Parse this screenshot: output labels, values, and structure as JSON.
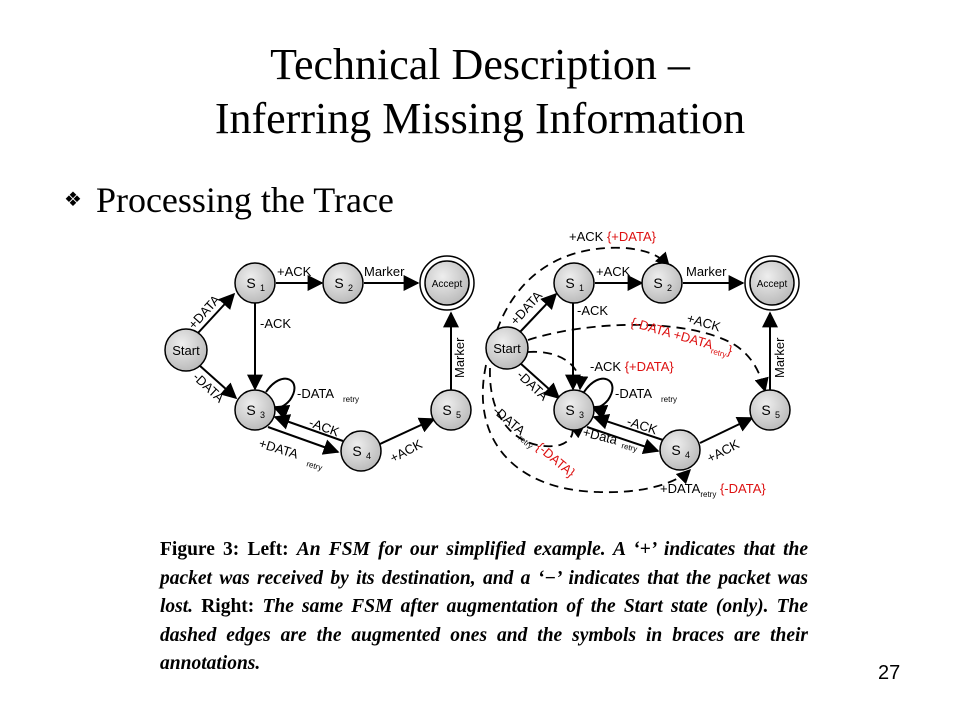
{
  "slide": {
    "title_line1": "Technical Description –",
    "title_line2": "Inferring Missing Information",
    "bullet_icon": "four-diamond-bullet",
    "bullet_text": "Processing the Trace",
    "page_number": "27"
  },
  "left_fsm": {
    "states": {
      "start": "Start",
      "s1": "S",
      "s2": "S",
      "s3": "S",
      "s4": "S",
      "s5": "S",
      "accept": "Accept",
      "sub1": "1",
      "sub2": "2",
      "sub3": "3",
      "sub4": "4",
      "sub5": "5"
    },
    "edges": {
      "start_s1": "+DATA",
      "start_s3": "-DATA",
      "s1_s2": "+ACK",
      "s2_accept": "Marker",
      "s1_s3": "-ACK",
      "s3_self": "-DATA",
      "s3_self_sub": "retry",
      "s4_s3": "-ACK",
      "s3_s4": "+DATA",
      "s3_s4_sub": "retry",
      "s4_s5": "+ACK",
      "s5_accept": "Marker"
    }
  },
  "right_fsm": {
    "states": {
      "start": "Start",
      "s1": "S",
      "s2": "S",
      "s3": "S",
      "s4": "S",
      "s5": "S",
      "accept": "Accept",
      "sub1": "1",
      "sub2": "2",
      "sub3": "3",
      "sub4": "4",
      "sub5": "5"
    },
    "edges": {
      "start_s1": "+DATA",
      "start_s3": "-DATA",
      "s1_s2": "+ACK",
      "s2_accept": "Marker",
      "s1_s3": "-ACK",
      "s3_self": "-DATA",
      "s3_self_sub": "retry",
      "s4_s3": "-ACK",
      "s3_s4": "+Data",
      "s3_s4_sub": "retry",
      "s4_s5": "+ACK",
      "s5_accept": "Marker",
      "aug_start_s2": "+ACK",
      "aug_start_s2_note": "{+DATA}",
      "aug_start_s5_plus": "+ACK",
      "aug_start_s5_note_a": "{-DATA +DATA",
      "aug_start_s5_note_sub": "retry",
      "aug_start_s5_note_b": "}",
      "aug_start_s3_ack": "-ACK",
      "aug_start_s3_note": "{+DATA}",
      "aug_start_s3_loop": "-DATA",
      "aug_start_s3_loop_sub": "retry",
      "aug_start_s3_loop_note": "{-DATA}",
      "aug_start_s4": "+DATA",
      "aug_start_s4_sub": "retry",
      "aug_start_s4_note": "{-DATA}"
    }
  },
  "caption": {
    "fig_label": "Figure 3:",
    "left_label": "Left:",
    "left_text": "An FSM for our simplified example. A ‘+’ indicates that the packet was received by its destination, and a ‘−’ indicates that the packet was lost.",
    "right_label": "Right:",
    "right_text": "The same FSM after augmentation of the Start state (only). The dashed edges are the augmented ones and the symbols in braces are their annotations."
  },
  "colors": {
    "annotation": "#dd1111",
    "state_fill": "#d4d4d4",
    "accept_fill": "#c8c8c8"
  }
}
